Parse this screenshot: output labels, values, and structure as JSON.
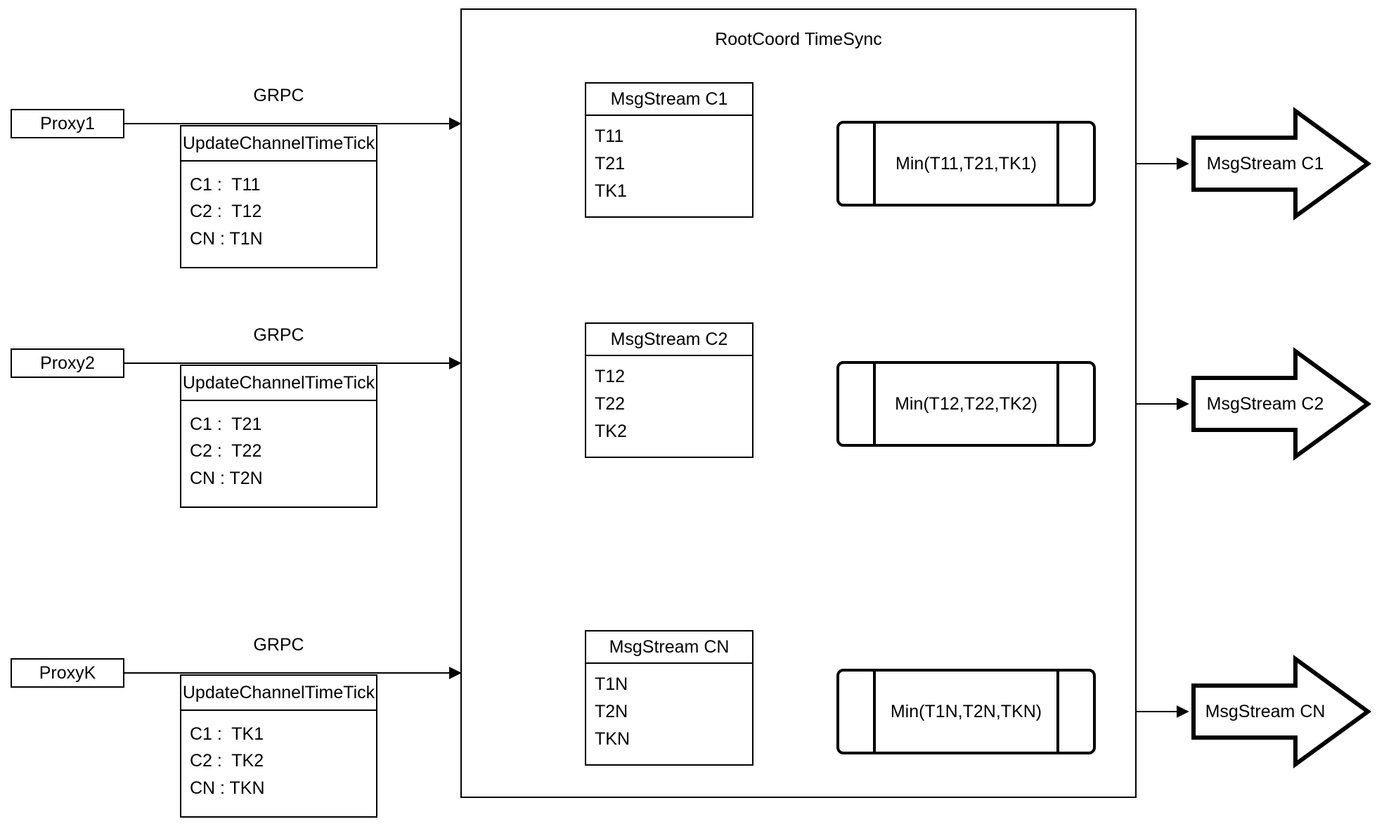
{
  "diagram": {
    "container": {
      "title": "RootCoord TimeSync"
    },
    "edge_labels": {
      "grpc": "GRPC"
    },
    "proxies": [
      {
        "name": "Proxy1",
        "link_label": "GRPC",
        "message": {
          "header": "UpdateChannelTimeTick",
          "rows": [
            "C1 :  T11",
            "C2 :  T12",
            "CN : T1N"
          ]
        }
      },
      {
        "name": "Proxy2",
        "link_label": "GRPC",
        "message": {
          "header": "UpdateChannelTimeTick",
          "rows": [
            "C1 :  T21",
            "C2 :  T22",
            "CN : T2N"
          ]
        }
      },
      {
        "name": "ProxyK",
        "link_label": "GRPC",
        "message": {
          "header": "UpdateChannelTimeTick",
          "rows": [
            "C1 :  TK1",
            "C2 :  TK2",
            "CN : TKN"
          ]
        }
      }
    ],
    "channels": [
      {
        "stream": {
          "header": "MsgStream C1",
          "rows": [
            "T11",
            "T21",
            "TK1"
          ]
        },
        "min": {
          "label": "Min(T11,T21,TK1)"
        },
        "output": {
          "label": "MsgStream C1"
        }
      },
      {
        "stream": {
          "header": "MsgStream C2",
          "rows": [
            "T12",
            "T22",
            "TK2"
          ]
        },
        "min": {
          "label": "Min(T12,T22,TK2)"
        },
        "output": {
          "label": "MsgStream C2"
        }
      },
      {
        "stream": {
          "header": "MsgStream CN",
          "rows": [
            "T1N",
            "T2N",
            "TKN"
          ]
        },
        "min": {
          "label": "Min(T1N,T2N,TKN)"
        },
        "output": {
          "label": "MsgStream CN"
        }
      }
    ],
    "colors": {
      "stroke": "#000000",
      "background": "#ffffff"
    }
  }
}
